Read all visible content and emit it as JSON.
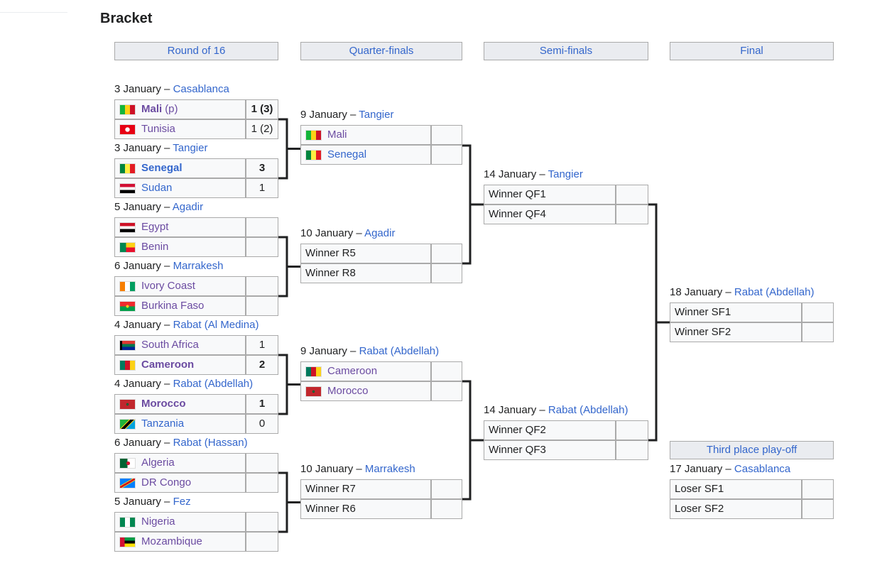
{
  "title": "Bracket",
  "headers": [
    "Round of 16",
    "Quarter-finals",
    "Semi-finals",
    "Final",
    "Third place play-off"
  ],
  "r16": [
    {
      "date": "3 January",
      "venue": "Casablanca",
      "teams": [
        {
          "name": "Mali",
          "note": "(p)",
          "score": "1 (3)",
          "win": true,
          "flag": "mali",
          "visited": true
        },
        {
          "name": "Tunisia",
          "score": "1 (2)",
          "flag": "tunisia",
          "visited": true
        }
      ]
    },
    {
      "date": "3 January",
      "venue": "Tangier",
      "teams": [
        {
          "name": "Senegal",
          "score": "3",
          "win": true,
          "flag": "senegal"
        },
        {
          "name": "Sudan",
          "score": "1",
          "flag": "sudan"
        }
      ]
    },
    {
      "date": "5 January",
      "venue": "Agadir",
      "teams": [
        {
          "name": "Egypt",
          "score": "",
          "flag": "egypt",
          "visited": true
        },
        {
          "name": "Benin",
          "score": "",
          "flag": "benin",
          "visited": true
        }
      ]
    },
    {
      "date": "6 January",
      "venue": "Marrakesh",
      "teams": [
        {
          "name": "Ivory Coast",
          "score": "",
          "flag": "ivory",
          "visited": true
        },
        {
          "name": "Burkina Faso",
          "score": "",
          "flag": "burkina",
          "visited": true
        }
      ]
    },
    {
      "date": "4 January",
      "venue": "Rabat (Al Medina)",
      "teams": [
        {
          "name": "South Africa",
          "score": "1",
          "flag": "rsa",
          "visited": true
        },
        {
          "name": "Cameroon",
          "score": "2",
          "win": true,
          "flag": "cameroon",
          "visited": true
        }
      ]
    },
    {
      "date": "4 January",
      "venue": "Rabat (Abdellah)",
      "teams": [
        {
          "name": "Morocco",
          "score": "1",
          "win": true,
          "flag": "morocco",
          "visited": true
        },
        {
          "name": "Tanzania",
          "score": "0",
          "flag": "tanzania"
        }
      ]
    },
    {
      "date": "6 January",
      "venue": "Rabat (Hassan)",
      "teams": [
        {
          "name": "Algeria",
          "score": "",
          "flag": "algeria",
          "visited": true
        },
        {
          "name": "DR Congo",
          "score": "",
          "flag": "drc",
          "visited": true
        }
      ]
    },
    {
      "date": "5 January",
      "venue": "Fez",
      "teams": [
        {
          "name": "Nigeria",
          "score": "",
          "flag": "nigeria",
          "visited": true
        },
        {
          "name": "Mozambique",
          "score": "",
          "flag": "mozambique",
          "visited": true
        }
      ]
    }
  ],
  "qf": [
    {
      "date": "9 January",
      "venue": "Tangier",
      "teams": [
        {
          "name": "Mali",
          "score": "",
          "flag": "mali",
          "visited": true
        },
        {
          "name": "Senegal",
          "score": "",
          "flag": "senegal"
        }
      ]
    },
    {
      "date": "10 January",
      "venue": "Agadir",
      "teams": [
        {
          "name": "Winner R5",
          "score": "",
          "plain": true
        },
        {
          "name": "Winner R8",
          "score": "",
          "plain": true
        }
      ]
    },
    {
      "date": "9 January",
      "venue": "Rabat (Abdellah)",
      "teams": [
        {
          "name": "Cameroon",
          "score": "",
          "flag": "cameroon",
          "visited": true
        },
        {
          "name": "Morocco",
          "score": "",
          "flag": "morocco",
          "visited": true
        }
      ]
    },
    {
      "date": "10 January",
      "venue": "Marrakesh",
      "teams": [
        {
          "name": "Winner R7",
          "score": "",
          "plain": true
        },
        {
          "name": "Winner R6",
          "score": "",
          "plain": true
        }
      ]
    }
  ],
  "sf": [
    {
      "date": "14 January",
      "venue": "Tangier",
      "teams": [
        {
          "name": "Winner QF1",
          "score": "",
          "plain": true
        },
        {
          "name": "Winner QF4",
          "score": "",
          "plain": true
        }
      ]
    },
    {
      "date": "14 January",
      "venue": "Rabat (Abdellah)",
      "teams": [
        {
          "name": "Winner QF2",
          "score": "",
          "plain": true
        },
        {
          "name": "Winner QF3",
          "score": "",
          "plain": true
        }
      ]
    }
  ],
  "final": [
    {
      "date": "18 January",
      "venue": "Rabat (Abdellah)",
      "teams": [
        {
          "name": "Winner SF1",
          "score": "",
          "plain": true
        },
        {
          "name": "Winner SF2",
          "score": "",
          "plain": true
        }
      ]
    }
  ],
  "third": [
    {
      "date": "17 January",
      "venue": "Casablanca",
      "teams": [
        {
          "name": "Loser SF1",
          "score": "",
          "plain": true
        },
        {
          "name": "Loser SF2",
          "score": "",
          "plain": true
        }
      ]
    }
  ]
}
